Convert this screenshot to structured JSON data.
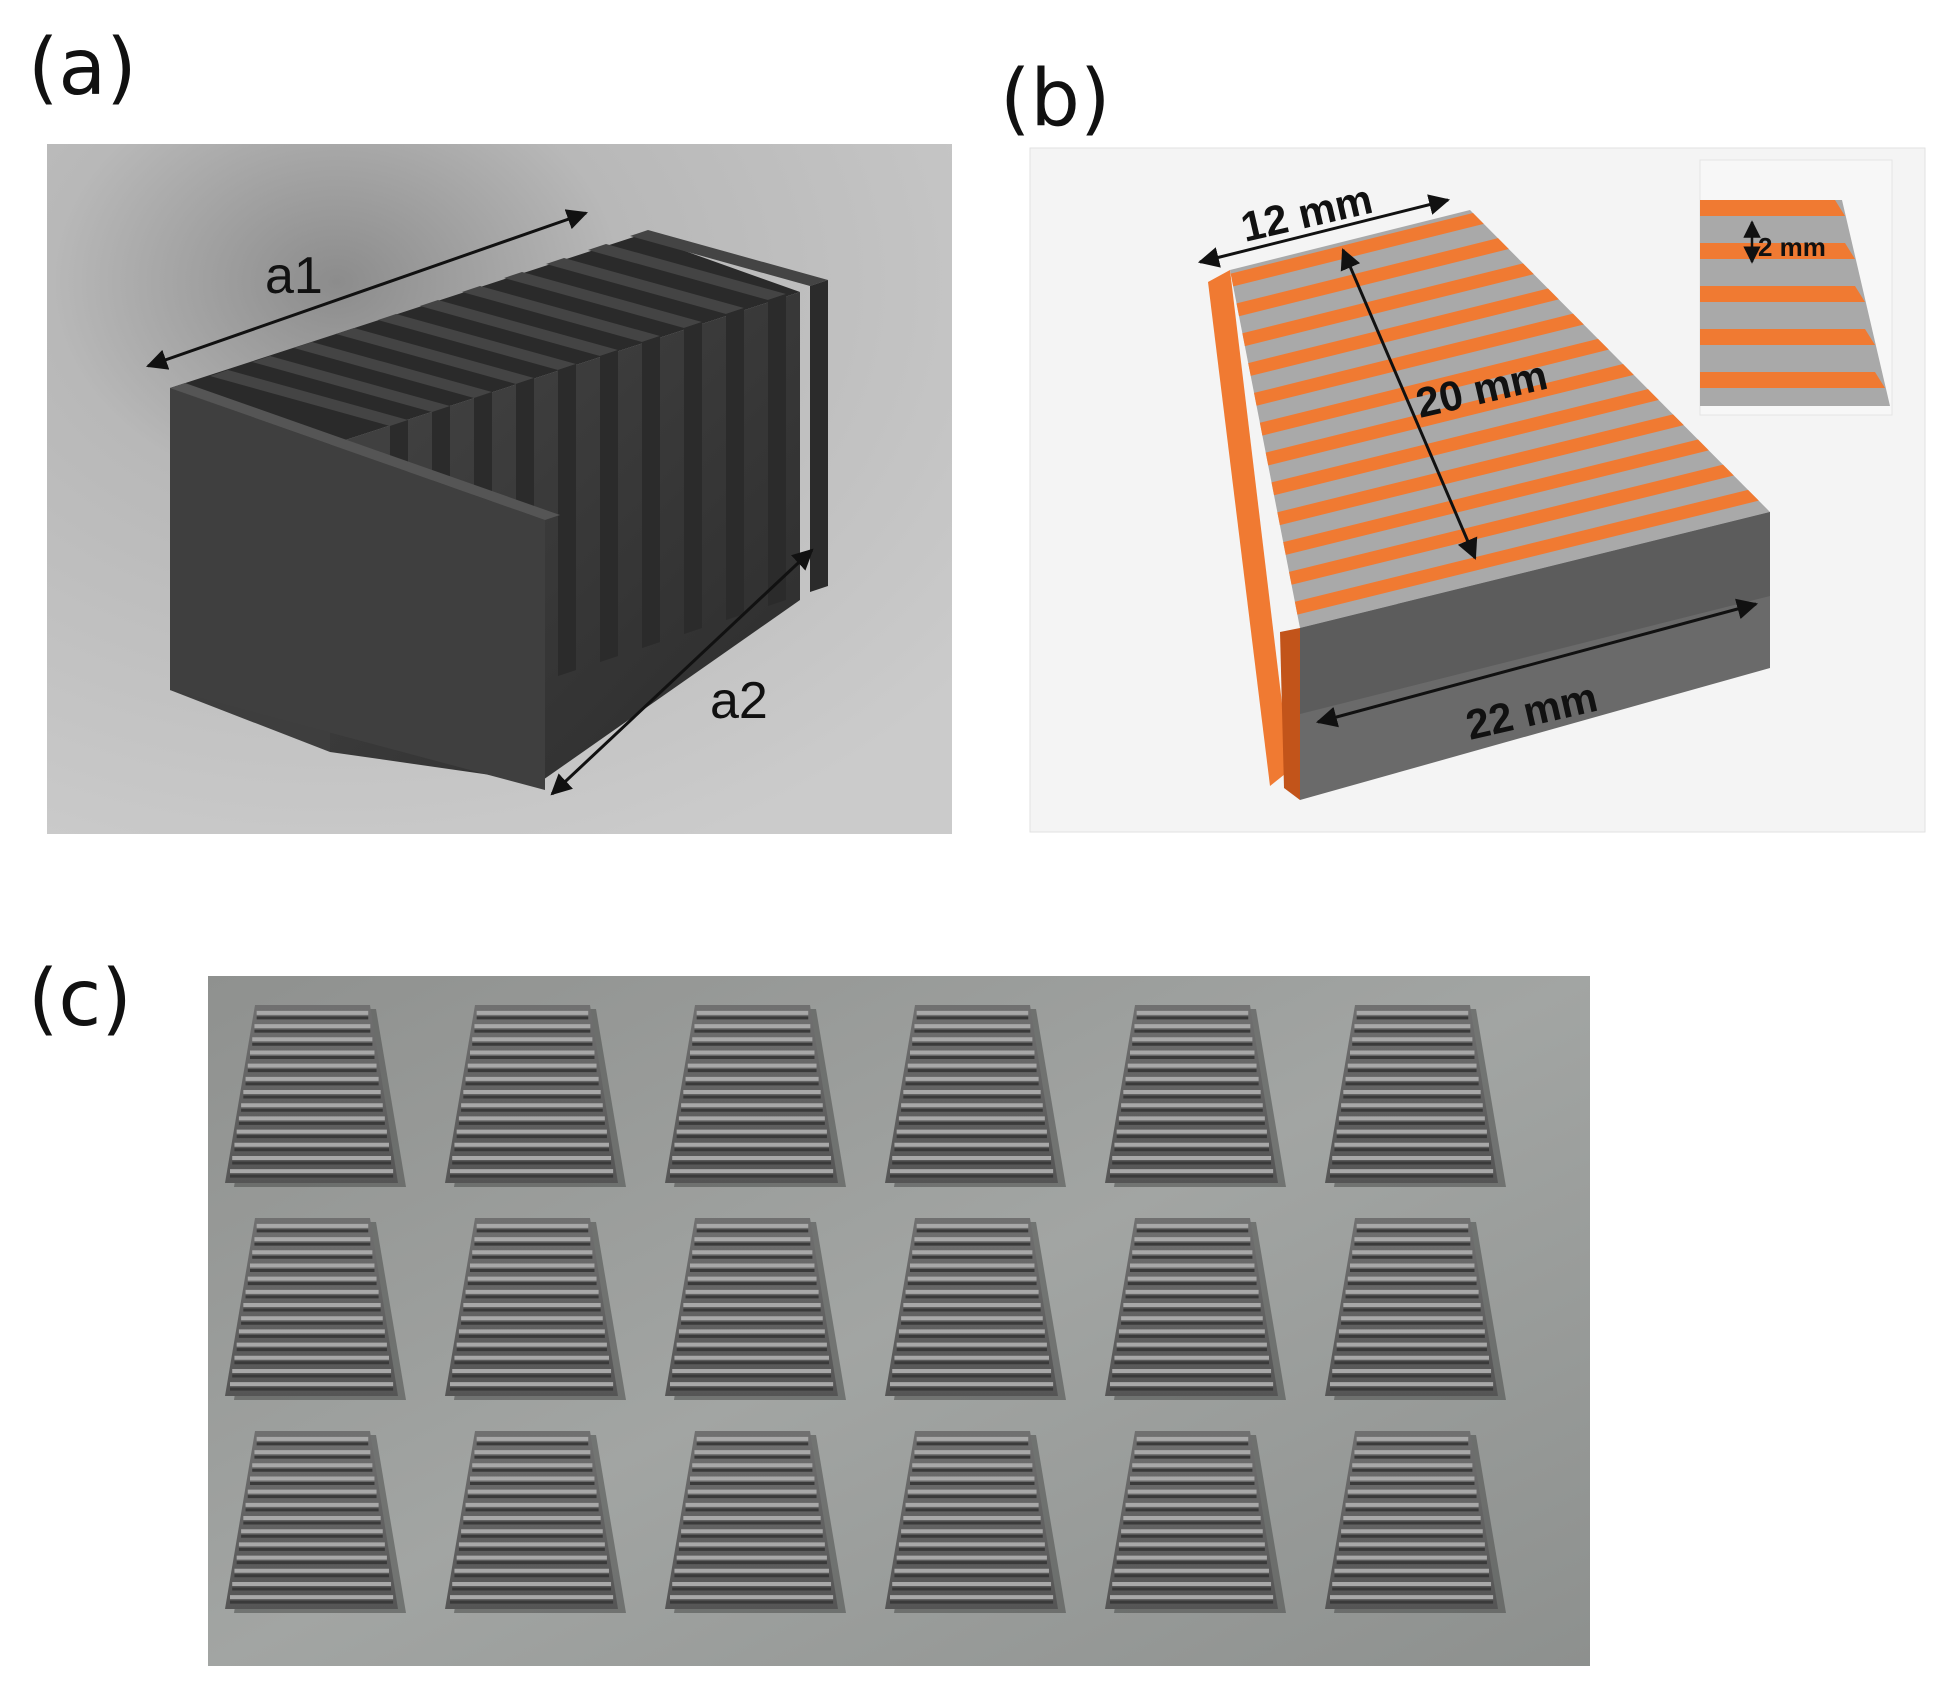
{
  "figure": {
    "panel_a": {
      "label": "(a)",
      "dimension_labels": {
        "a1": "a1",
        "a2": "a2"
      },
      "part_color": "#3a3a3a",
      "background_color": "#c4c4c4"
    },
    "panel_b": {
      "label": "(b)",
      "dimensions": {
        "top_width": "12 mm",
        "length": "20 mm",
        "bottom_width": "22 mm",
        "fin_pitch": "2 mm"
      },
      "fin_color": "#f07a32",
      "base_color": "#8a8a8a",
      "side_color": "#5e5e5e"
    },
    "panel_c": {
      "label": "(c)",
      "rows": 3,
      "columns": 6,
      "sample_color": "#5f5f5f",
      "plate_color": "#9a9d9b"
    }
  }
}
